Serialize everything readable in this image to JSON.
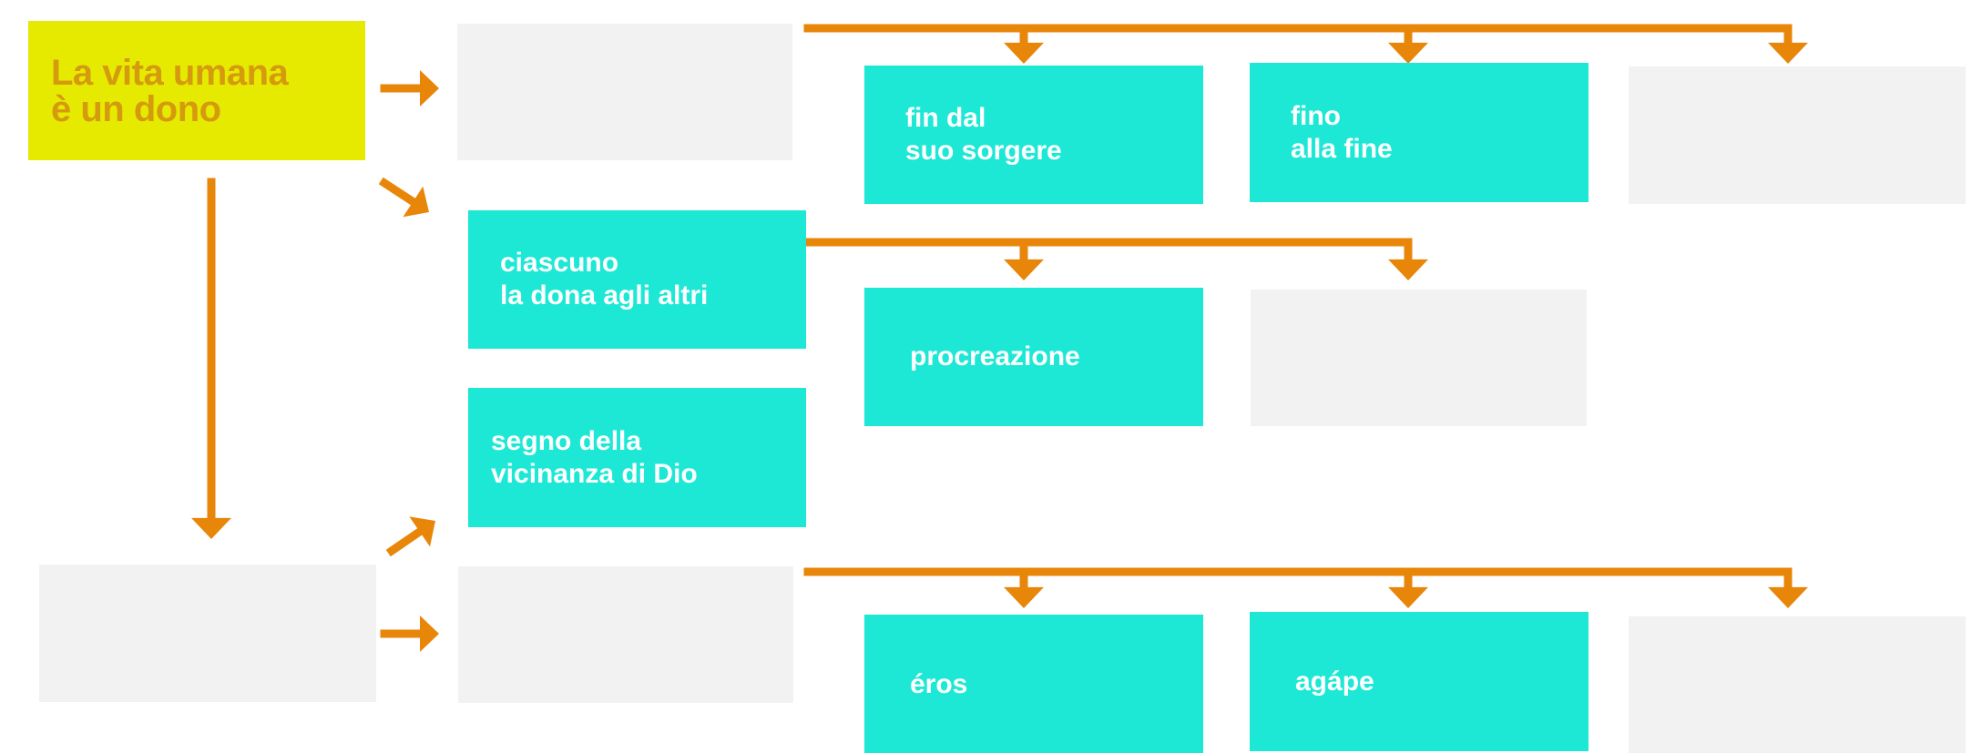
{
  "colors": {
    "title_bg": "#e6ea00",
    "title_text": "#d59a0e",
    "teal": "#1de8d6",
    "empty": "#f2f2f2",
    "arrow": "#e8860a"
  },
  "diagram": {
    "title": "La vita umana\nè un dono",
    "boxes": {
      "fin_dal": "fin dal\nsuo sorgere",
      "fino": "fino\nalla fine",
      "ciascuno": "ciascuno\nla dona  agli altri",
      "procreazione": "procreazione",
      "segno": "segno della\nvicinanza di Dio",
      "eros": "éros",
      "agape": "agápe"
    }
  }
}
